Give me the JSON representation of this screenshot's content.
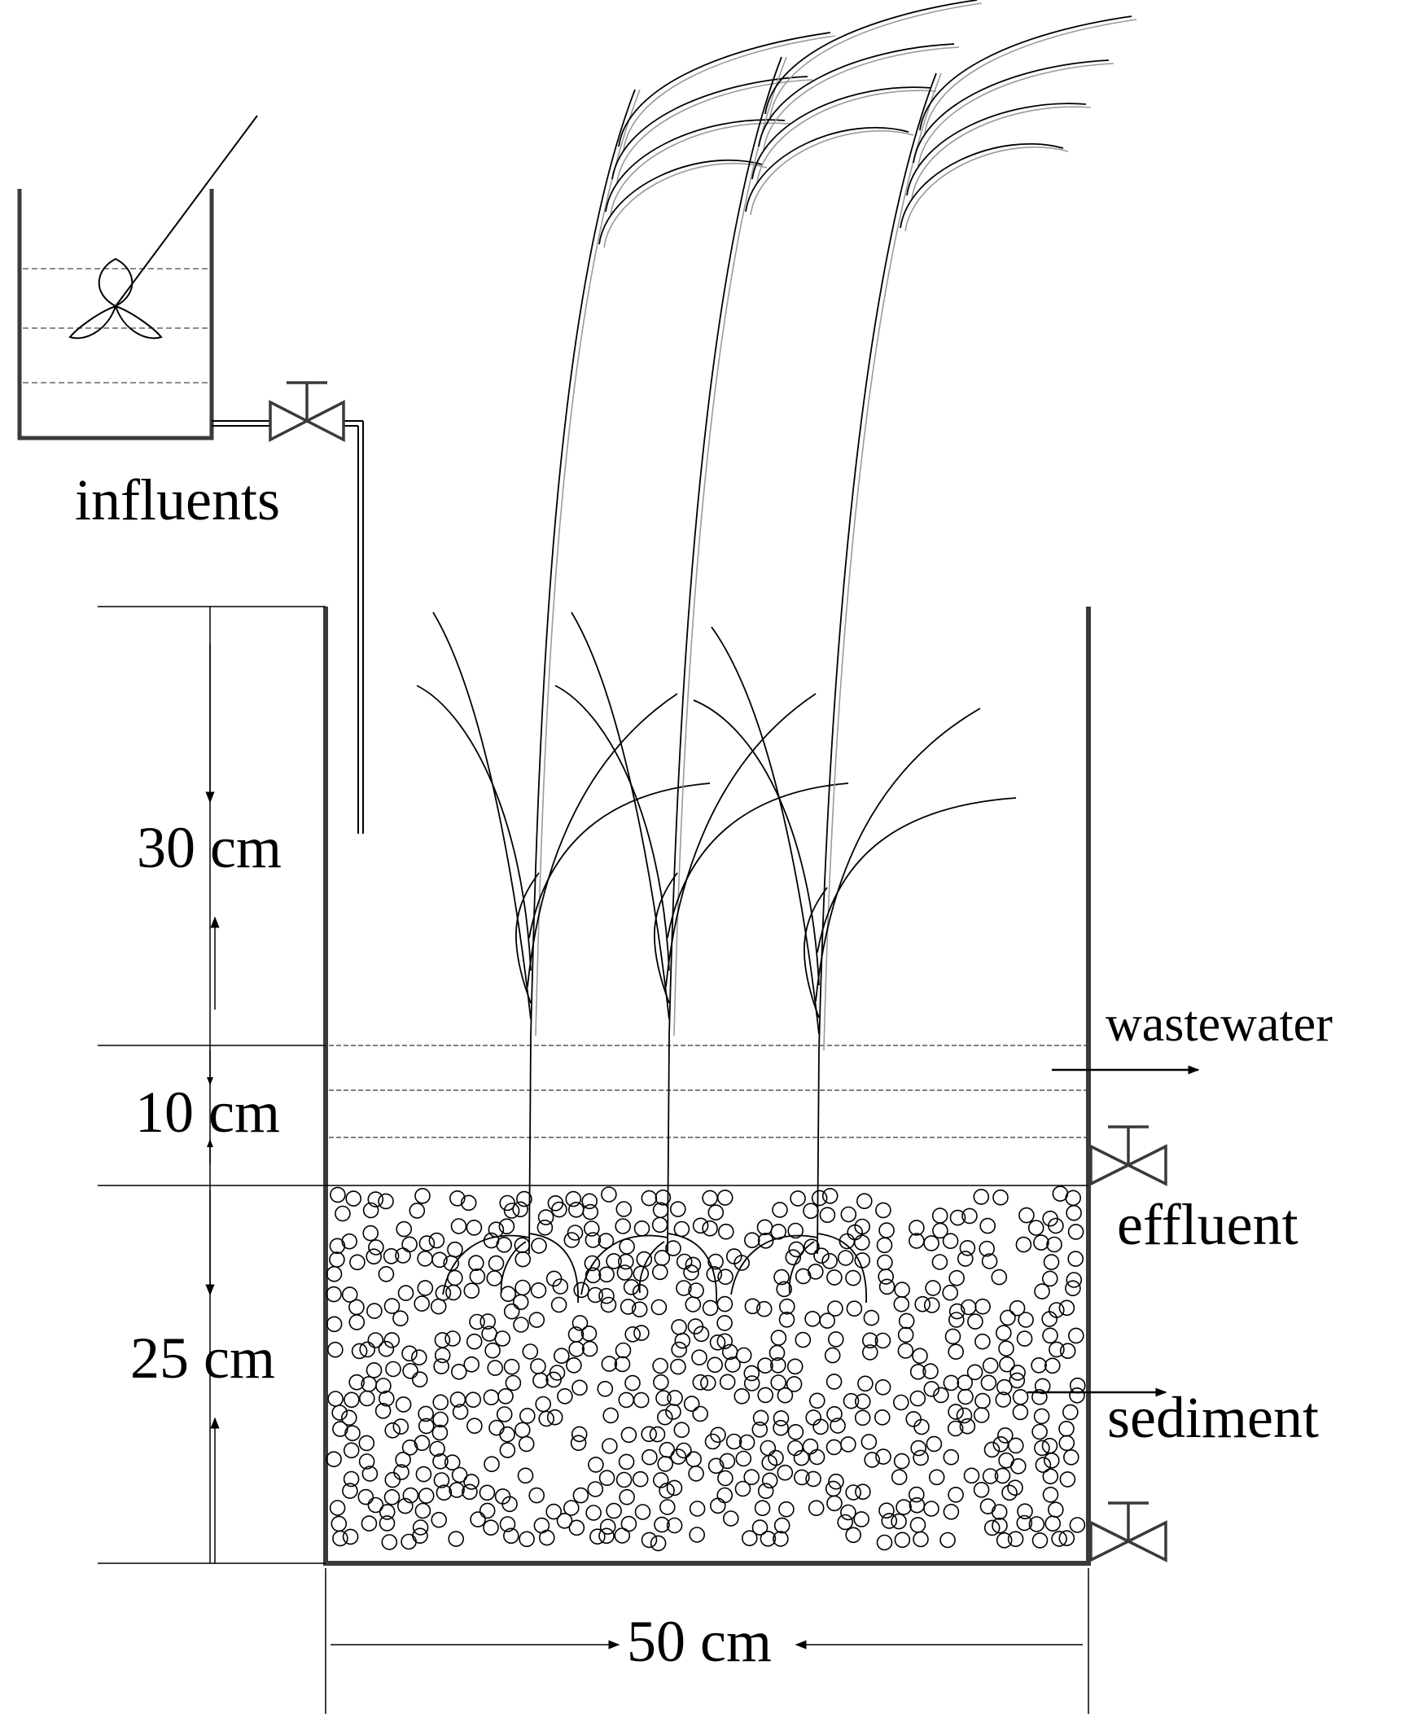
{
  "labels": {
    "influents": "influents",
    "wastewater": "wastewater",
    "effluent": "effluent",
    "sediment": "sediment"
  },
  "dimensions": {
    "water_depth": "30 cm",
    "overlying_water": "10 cm",
    "sediment_depth": "25 cm",
    "width": "50 cm"
  },
  "colors": {
    "line": "#000000",
    "wall": "#3a3a3a",
    "shadow": "#b0b0b0"
  }
}
